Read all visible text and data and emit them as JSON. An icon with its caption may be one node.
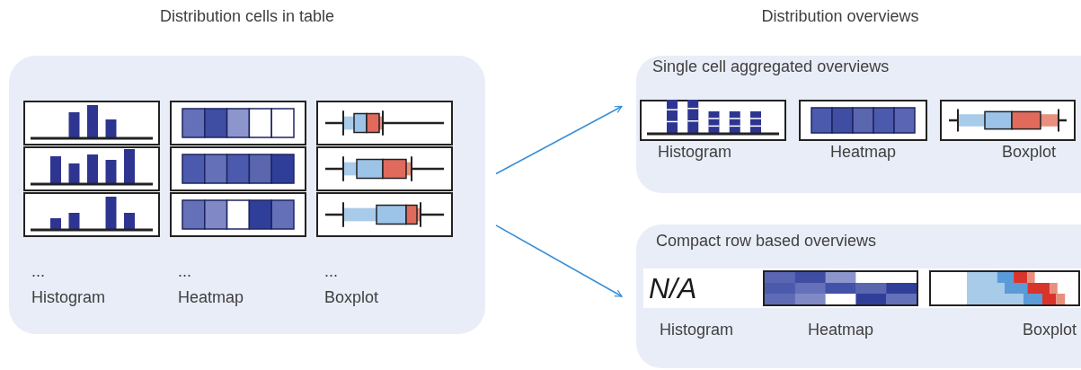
{
  "diagram": {
    "nodes": [
      {
        "text": [
          "Distribution cells in table",
          "...",
          "...",
          "...",
          "Histogram",
          "Heatmap",
          "Boxplot"
        ]
      },
      {
        "text": [
          "Single cell aggregated overviews",
          "Histogram",
          "Heatmap",
          "Boxplot"
        ]
      },
      {
        "text": [
          "Compact row based overviews",
          "N/A",
          "Histogram",
          "Heatmap",
          "Boxplot"
        ]
      }
    ],
    "edges": [
      {
        "from": 0,
        "to": 1,
        "arrow": "to"
      },
      {
        "from": 0,
        "to": 2,
        "arrow": "to"
      }
    ],
    "labels": [
      "Distribution overviews"
    ]
  }
}
